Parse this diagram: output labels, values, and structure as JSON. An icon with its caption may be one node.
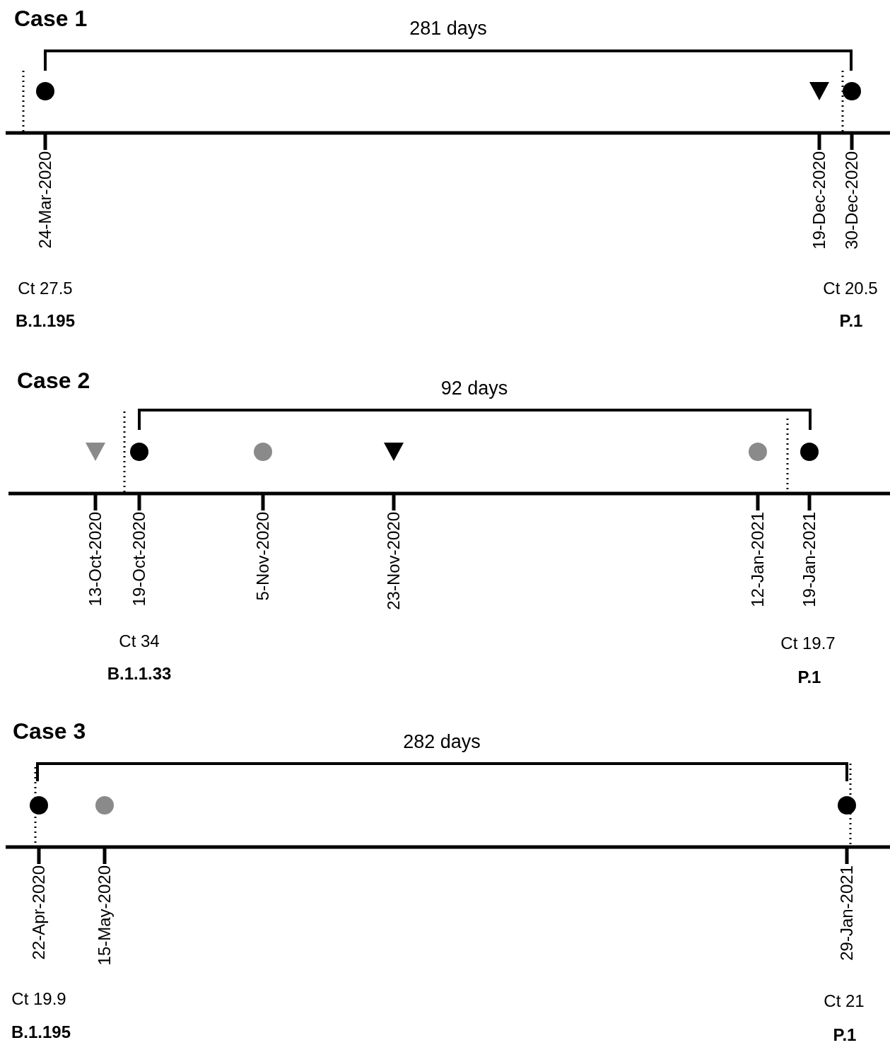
{
  "diagram": {
    "labels": [
      "Case 1",
      "281 days",
      "24-Mar-2020",
      "19-Dec-2020",
      "30-Dec-2020",
      "Ct 27.5",
      "Ct 20.5",
      "B.1.195",
      "P.1",
      "Case 2",
      "92 days",
      "13-Oct-2020",
      "19-Oct-2020",
      "5-Nov-2020",
      "23-Nov-2020",
      "12-Jan-2021",
      "19-Jan-2021",
      "Ct 34",
      "Ct 19.7",
      "B.1.1.33",
      "P.1",
      "Case 3",
      "282 days",
      "22-Apr-2020",
      "15-May-2020",
      "29-Jan-2021",
      "Ct 19.9",
      "Ct 21",
      "B.1.195",
      "P.1"
    ]
  }
}
